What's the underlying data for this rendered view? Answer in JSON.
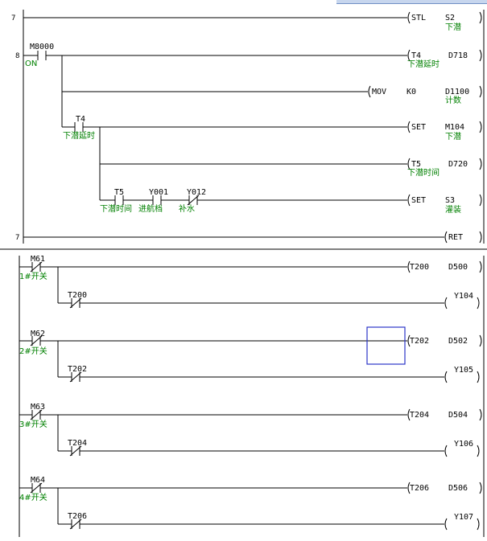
{
  "colors": {
    "wire": "#000000",
    "comment": "#008000",
    "cursor": "#2b35c8",
    "background": "#ffffff"
  },
  "section1": {
    "step_stl": "7",
    "stl": {
      "instr": "STL",
      "dev": "S2",
      "comment": "下潜"
    },
    "step_main": "8",
    "m8000": {
      "dev": "M8000",
      "comment": "ON"
    },
    "t4_coil": {
      "instr": "T4",
      "arg": "D718",
      "comment": "下潜延时"
    },
    "mov": {
      "instr": "MOV",
      "src": "K0",
      "dst": "D1100",
      "comment": "计数"
    },
    "t4_contact": {
      "dev": "T4",
      "comment": "下潜延时"
    },
    "set_m104": {
      "instr": "SET",
      "dev": "M104",
      "comment": "下潜"
    },
    "t5_coil": {
      "instr": "T5",
      "arg": "D720",
      "comment": "下潜时间"
    },
    "t5_contact": {
      "dev": "T5",
      "comment": "下潜时间"
    },
    "y001": {
      "dev": "Y001",
      "comment": "进航档"
    },
    "y012": {
      "dev": "Y012",
      "comment": "补水"
    },
    "set_s3": {
      "instr": "SET",
      "dev": "S3",
      "comment": "灌装"
    },
    "step_ret": "7",
    "ret": {
      "instr": "RET"
    }
  },
  "section2": {
    "rungs": [
      {
        "contact": "M61",
        "contact_comment": "1#开关",
        "timer": "T200",
        "timer_arg": "D500",
        "nc": "T200",
        "out": "Y104"
      },
      {
        "contact": "M62",
        "contact_comment": "2#开关",
        "timer": "T202",
        "timer_arg": "D502",
        "nc": "T202",
        "out": "Y105"
      },
      {
        "contact": "M63",
        "contact_comment": "3#开关",
        "timer": "T204",
        "timer_arg": "D504",
        "nc": "T204",
        "out": "Y106"
      },
      {
        "contact": "M64",
        "contact_comment": "4#开关",
        "timer": "T206",
        "timer_arg": "D506",
        "nc": "T206",
        "out": "Y107"
      }
    ]
  }
}
